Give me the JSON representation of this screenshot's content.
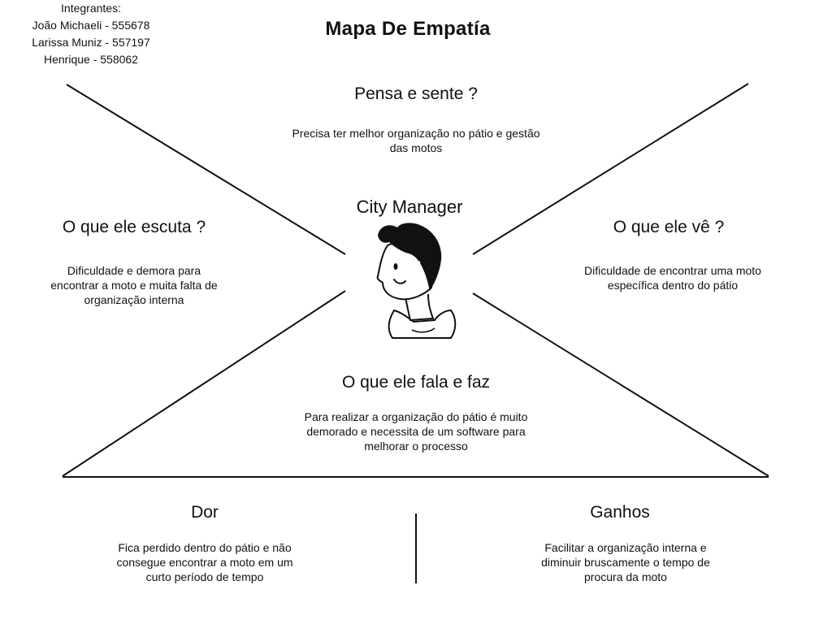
{
  "team": {
    "heading": "Integrantes:",
    "members": [
      "João Michaeli - 555678",
      "Larissa Muniz - 557197",
      "Henrique - 558062"
    ]
  },
  "title": "Mapa De Empatía",
  "persona": {
    "name": "City Manager",
    "icon": "person-avatar-illustration"
  },
  "quadrants": {
    "thinks_feels": {
      "title": "Pensa e sente ?",
      "text": "Precisa ter melhor organização no pátio e gestão das motos"
    },
    "hears": {
      "title": "O que ele escuta ?",
      "text": "Dificuldade e demora para encontrar a moto e muita falta de organização interna"
    },
    "sees": {
      "title": "O que ele vê ?",
      "text": "Dificuldade de encontrar uma moto específica dentro do pátio"
    },
    "says_does": {
      "title": "O que ele fala e faz",
      "text": "Para realizar a organização do pátio é muito demorado e necessita de um software para melhorar o processo"
    }
  },
  "pains": {
    "title": "Dor",
    "text": "Fica perdido dentro do pátio e não consegue encontrar a moto em um curto período de tempo"
  },
  "gains": {
    "title": "Ganhos",
    "text": "Facilitar a organização interna e diminuir bruscamente o tempo de procura da moto"
  },
  "colors": {
    "ink": "#111111",
    "background": "#ffffff"
  }
}
